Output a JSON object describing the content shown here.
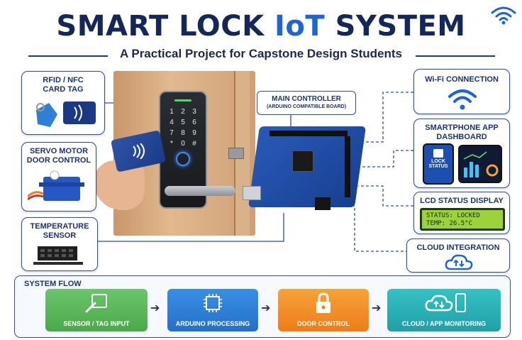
{
  "header": {
    "title_part1": "SMART LOCK ",
    "title_accent": "IoT",
    "title_part2": " SYSTEM",
    "subtitle": "A Practical Project for Capstone Design Students"
  },
  "colors": {
    "navy": "#14275a",
    "accent_blue": "#1e64d6",
    "sensor_green": "#5cb85c",
    "processing_blue": "#2f80d9",
    "door_orange": "#f28a1e",
    "cloud_teal": "#2bb3b8"
  },
  "left_cards": {
    "rfid": {
      "label_line1": "RFID / NFC",
      "label_line2": "CARD TAG",
      "icon": "rfid-tag-icon"
    },
    "servo": {
      "label_line1": "SERVO MOTOR",
      "label_line2": "DOOR CONTROL",
      "icon": "servo-motor-icon"
    },
    "temp": {
      "label_line1": "TEMPERATURE",
      "label_line2": "SENSOR",
      "icon": "temperature-sensor-icon"
    }
  },
  "controller": {
    "label": "MAIN CONTROLLER",
    "sublabel": "(ARDUINO COMPATIBLE BOARD)"
  },
  "right_cards": {
    "wifi": {
      "label": "Wi-Fi CONNECTION",
      "icon": "wifi-icon"
    },
    "app": {
      "label_line1": "SMARTPHONE APP",
      "label_line2": "DASHBOARD",
      "phone_text_1": "LOCK",
      "phone_text_2": "STATUS"
    },
    "lcd": {
      "label": "LCD STATUS DISPLAY",
      "line1": "STATUS: LOCKED",
      "line2": "TEMP: 26.5°C"
    },
    "cloud": {
      "label": "CLOUD INTEGRATION",
      "icon": "cloud-sync-icon"
    }
  },
  "flow": {
    "title": "SYSTEM FLOW",
    "steps": [
      {
        "label": "SENSOR / TAG INPUT",
        "icon": "tag-input-icon"
      },
      {
        "label": "ARDUINO PROCESSING",
        "icon": "chip-icon"
      },
      {
        "label": "DOOR CONTROL",
        "icon": "padlock-icon"
      },
      {
        "label": "CLOUD / APP MONITORING",
        "icon": "cloud-phone-icon"
      }
    ]
  }
}
